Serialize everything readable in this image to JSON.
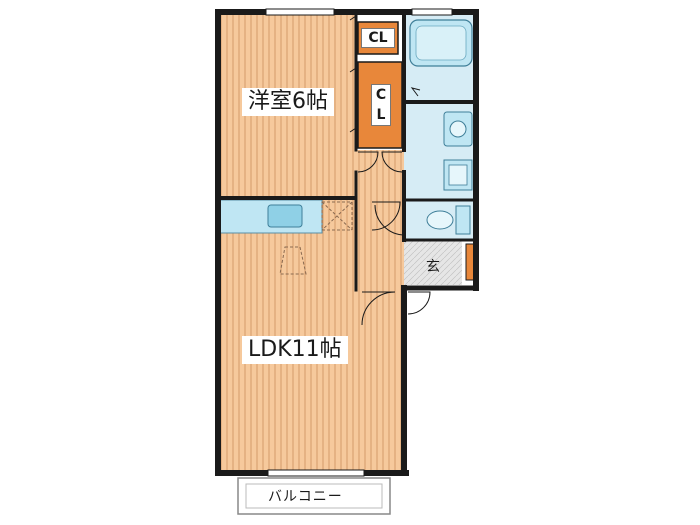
{
  "rooms": {
    "western_room": "洋室6帖",
    "ldk": "LDK11帖",
    "closet_top": "CL",
    "closet_side_1": "C",
    "closet_side_2": "L",
    "genkan": "玄",
    "balcony": "バルコニー"
  },
  "colors": {
    "wood_floor": "#f6c99c",
    "wood_stripe": "#d49a6a",
    "wet_area": "#d6ecf5",
    "fixture": "#bfe6f3",
    "closet": "#e8873a",
    "entrance": "#dcdcdc",
    "wall": "#1a1a1a"
  }
}
